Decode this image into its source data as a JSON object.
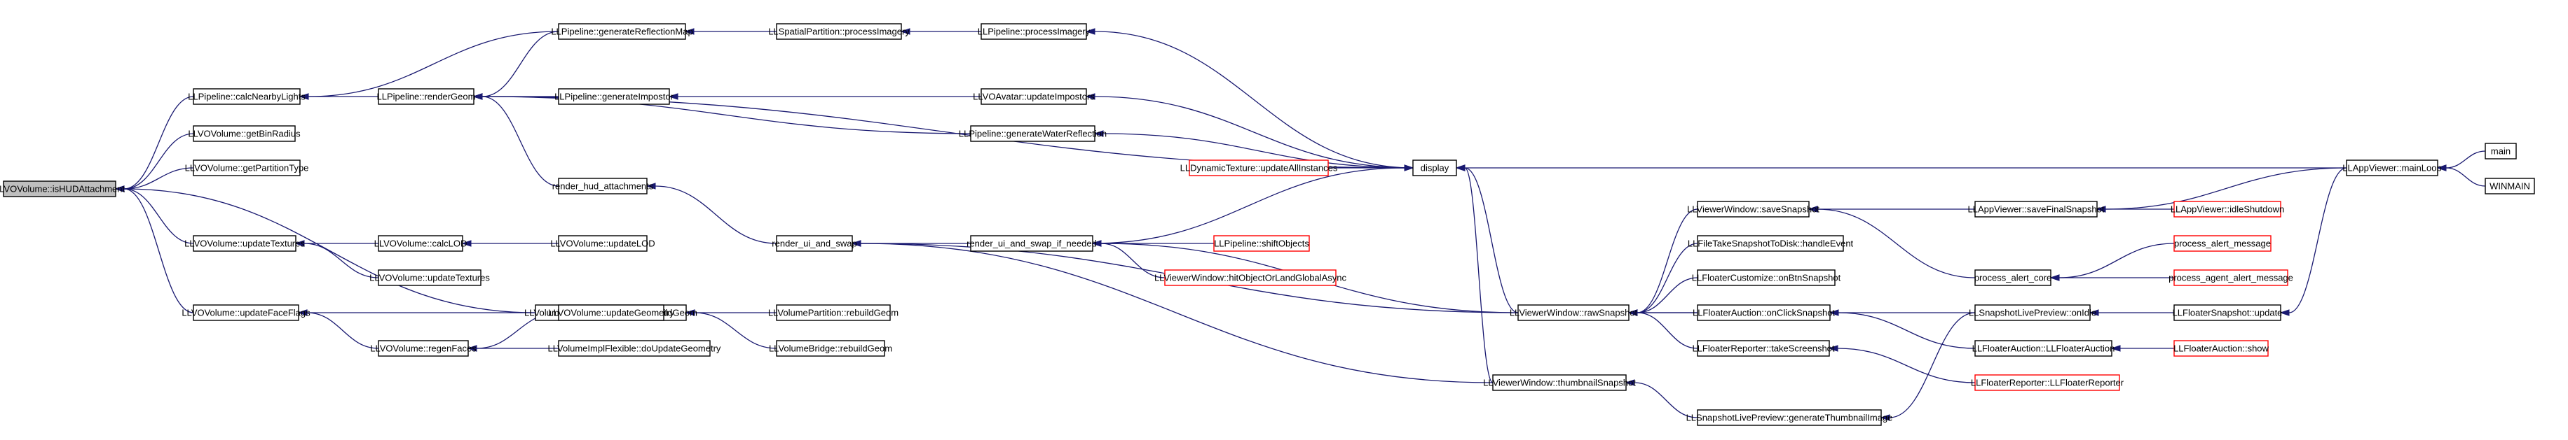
{
  "graph": {
    "colors": {
      "node_border": "#000000",
      "node_border_external": "#ff0000",
      "root_fill": "#bfbfbf",
      "edge": "#191970"
    },
    "nodes": [
      {
        "id": "root",
        "label": "LLVOVolume::isHUDAttachment",
        "style": "root"
      },
      {
        "id": "calcNearbyLights",
        "label": "LLPipeline::calcNearbyLights",
        "style": "normal"
      },
      {
        "id": "getBinRadius",
        "label": "LLVOVolume::getBinRadius",
        "style": "normal"
      },
      {
        "id": "getPartitionType",
        "label": "LLVOVolume::getPartitionType",
        "style": "normal"
      },
      {
        "id": "updateTexturesVol",
        "label": "LLVOVolume::updateTextures",
        "style": "normal"
      },
      {
        "id": "rebuildGeomMgr",
        "label": "LLVolumeGeometryManager::rebuildGeom",
        "style": "normal"
      },
      {
        "id": "updateFaceFlags",
        "label": "LLVOVolume::updateFaceFlags",
        "style": "normal"
      },
      {
        "id": "generateReflectionMap",
        "label": "LLPipeline::generateReflectionMap",
        "style": "normal"
      },
      {
        "id": "renderGeom",
        "label": "LLPipeline::renderGeom",
        "style": "normal"
      },
      {
        "id": "calcLOD",
        "label": "LLVOVolume::calcLOD",
        "style": "normal"
      },
      {
        "id": "updateTexturesAll",
        "label": "LLVOVolume::updateTextures",
        "style": "normal"
      },
      {
        "id": "regenFaces",
        "label": "LLVOVolume::regenFaces",
        "style": "normal"
      },
      {
        "id": "processImagerySP",
        "label": "LLSpatialPartition::processImagery",
        "style": "normal"
      },
      {
        "id": "generateImpostor",
        "label": "LLPipeline::generateImpostor",
        "style": "normal"
      },
      {
        "id": "renderHud",
        "label": "render_hud_attachments",
        "style": "normal"
      },
      {
        "id": "updateLOD",
        "label": "LLVOVolume::updateLOD",
        "style": "normal"
      },
      {
        "id": "updateGeometry",
        "label": "LLVOVolume::updateGeometry",
        "style": "normal"
      },
      {
        "id": "doUpdateGeometry",
        "label": "LLVolumeImplFlexible::doUpdateGeometry",
        "style": "normal"
      },
      {
        "id": "processImageryPipe",
        "label": "LLPipeline::processImagery",
        "style": "normal"
      },
      {
        "id": "updateImpostors",
        "label": "LLVOAvatar::updateImpostors",
        "style": "normal"
      },
      {
        "id": "generateWaterReflection",
        "label": "LLPipeline::generateWaterReflection",
        "style": "normal"
      },
      {
        "id": "renderUiSwap",
        "label": "render_ui_and_swap",
        "style": "normal"
      },
      {
        "id": "rebuildPartition",
        "label": "LLVolumePartition::rebuildGeom",
        "style": "normal"
      },
      {
        "id": "rebuildBridge",
        "label": "LLVolumeBridge::rebuildGeom",
        "style": "normal"
      },
      {
        "id": "updateAllInstances",
        "label": "LLDynamicTexture::updateAllInstances",
        "style": "external"
      },
      {
        "id": "renderUiSwapIf",
        "label": "render_ui_and_swap_if_needed",
        "style": "normal"
      },
      {
        "id": "thumbnailSnapshot",
        "label": "LLViewerWindow::thumbnailSnapshot",
        "style": "normal"
      },
      {
        "id": "display",
        "label": "display",
        "style": "normal"
      },
      {
        "id": "shiftObjects",
        "label": "LLPipeline::shiftObjects",
        "style": "external"
      },
      {
        "id": "hitObject",
        "label": "LLViewerWindow::hitObjectOrLandGlobalAsync",
        "style": "external"
      },
      {
        "id": "rawSnapshot",
        "label": "LLViewerWindow::rawSnapshot",
        "style": "normal"
      },
      {
        "id": "saveSnapshot",
        "label": "LLViewerWindow::saveSnapshot",
        "style": "normal"
      },
      {
        "id": "fileTake",
        "label": "LLFileTakeSnapshotToDisk::handleEvent",
        "style": "normal"
      },
      {
        "id": "onBtnSnapshot",
        "label": "LLFloaterCustomize::onBtnSnapshot",
        "style": "normal"
      },
      {
        "id": "onClickSnapshot",
        "label": "LLFloaterAuction::onClickSnapshot",
        "style": "normal"
      },
      {
        "id": "takeScreenshot",
        "label": "LLFloaterReporter::takeScreenshot",
        "style": "normal"
      },
      {
        "id": "genThumb",
        "label": "LLSnapshotLivePreview::generateThumbnailImage",
        "style": "normal"
      },
      {
        "id": "saveFinalSnapshot",
        "label": "LLAppViewer::saveFinalSnapshot",
        "style": "normal"
      },
      {
        "id": "processAlertCore",
        "label": "process_alert_core",
        "style": "normal"
      },
      {
        "id": "onIdle",
        "label": "LLSnapshotLivePreview::onIdle",
        "style": "normal"
      },
      {
        "id": "auctionCtor",
        "label": "LLFloaterAuction::LLFloaterAuction",
        "style": "normal"
      },
      {
        "id": "reporterCtor",
        "label": "LLFloaterReporter::LLFloaterReporter",
        "style": "external"
      },
      {
        "id": "mainLoop",
        "label": "LLAppViewer::mainLoop",
        "style": "normal"
      },
      {
        "id": "idleShutdown",
        "label": "LLAppViewer::idleShutdown",
        "style": "external"
      },
      {
        "id": "alertMsg",
        "label": "process_alert_message",
        "style": "external"
      },
      {
        "id": "agentAlertMsg",
        "label": "process_agent_alert_message",
        "style": "external"
      },
      {
        "id": "snapUpdate",
        "label": "LLFloaterSnapshot::update",
        "style": "normal"
      },
      {
        "id": "auctionShow",
        "label": "LLFloaterAuction::show",
        "style": "external"
      },
      {
        "id": "main",
        "label": "main",
        "style": "normal"
      },
      {
        "id": "winmain",
        "label": "WINMAIN",
        "style": "normal"
      }
    ],
    "edges": [
      {
        "from": "calcNearbyLights",
        "to": "root"
      },
      {
        "from": "getBinRadius",
        "to": "root"
      },
      {
        "from": "getPartitionType",
        "to": "root"
      },
      {
        "from": "updateTexturesVol",
        "to": "root"
      },
      {
        "from": "rebuildGeomMgr",
        "to": "root"
      },
      {
        "from": "updateFaceFlags",
        "to": "root"
      },
      {
        "from": "generateReflectionMap",
        "to": "calcNearbyLights"
      },
      {
        "from": "renderGeom",
        "to": "calcNearbyLights"
      },
      {
        "from": "calcLOD",
        "to": "updateTexturesVol"
      },
      {
        "from": "updateTexturesAll",
        "to": "updateTexturesVol"
      },
      {
        "from": "rebuildPartition",
        "to": "rebuildGeomMgr"
      },
      {
        "from": "rebuildBridge",
        "to": "rebuildGeomMgr"
      },
      {
        "from": "updateGeometry",
        "to": "updateFaceFlags"
      },
      {
        "from": "regenFaces",
        "to": "updateFaceFlags"
      },
      {
        "from": "processImagerySP",
        "to": "generateReflectionMap"
      },
      {
        "from": "generateReflectionMap",
        "to": "renderGeom"
      },
      {
        "from": "generateImpostor",
        "to": "renderGeom"
      },
      {
        "from": "renderHud",
        "to": "renderGeom"
      },
      {
        "from": "generateWaterReflection",
        "to": "renderGeom"
      },
      {
        "from": "display",
        "to": "renderGeom"
      },
      {
        "from": "updateLOD",
        "to": "calcLOD"
      },
      {
        "from": "updateGeometry",
        "to": "regenFaces"
      },
      {
        "from": "doUpdateGeometry",
        "to": "regenFaces"
      },
      {
        "from": "processImageryPipe",
        "to": "processImagerySP"
      },
      {
        "from": "updateImpostors",
        "to": "generateImpostor"
      },
      {
        "from": "renderUiSwap",
        "to": "renderHud"
      },
      {
        "from": "display",
        "to": "processImageryPipe"
      },
      {
        "from": "display",
        "to": "updateImpostors"
      },
      {
        "from": "display",
        "to": "generateWaterReflection"
      },
      {
        "from": "renderUiSwapIf",
        "to": "renderUiSwap"
      },
      {
        "from": "rawSnapshot",
        "to": "renderUiSwap"
      },
      {
        "from": "thumbnailSnapshot",
        "to": "renderUiSwap"
      },
      {
        "from": "updateAllInstances",
        "to": "display"
      },
      {
        "from": "renderUiSwapIf",
        "to": "display"
      },
      {
        "from": "thumbnailSnapshot",
        "to": "display"
      },
      {
        "from": "rawSnapshot",
        "to": "display"
      },
      {
        "from": "mainLoop",
        "to": "display"
      },
      {
        "from": "shiftObjects",
        "to": "renderUiSwapIf"
      },
      {
        "from": "hitObject",
        "to": "renderUiSwapIf"
      },
      {
        "from": "rawSnapshot",
        "to": "renderUiSwapIf"
      },
      {
        "from": "saveSnapshot",
        "to": "rawSnapshot"
      },
      {
        "from": "fileTake",
        "to": "rawSnapshot"
      },
      {
        "from": "onBtnSnapshot",
        "to": "rawSnapshot"
      },
      {
        "from": "onClickSnapshot",
        "to": "rawSnapshot"
      },
      {
        "from": "takeScreenshot",
        "to": "rawSnapshot"
      },
      {
        "from": "onIdle",
        "to": "rawSnapshot"
      },
      {
        "from": "genThumb",
        "to": "thumbnailSnapshot"
      },
      {
        "from": "onIdle",
        "to": "genThumb"
      },
      {
        "from": "saveFinalSnapshot",
        "to": "saveSnapshot"
      },
      {
        "from": "processAlertCore",
        "to": "saveSnapshot"
      },
      {
        "from": "auctionCtor",
        "to": "onClickSnapshot"
      },
      {
        "from": "reporterCtor",
        "to": "takeScreenshot"
      },
      {
        "from": "snapUpdate",
        "to": "onIdle"
      },
      {
        "from": "mainLoop",
        "to": "saveFinalSnapshot"
      },
      {
        "from": "idleShutdown",
        "to": "saveFinalSnapshot"
      },
      {
        "from": "alertMsg",
        "to": "processAlertCore"
      },
      {
        "from": "agentAlertMsg",
        "to": "processAlertCore"
      },
      {
        "from": "mainLoop",
        "to": "snapUpdate"
      },
      {
        "from": "auctionShow",
        "to": "auctionCtor"
      },
      {
        "from": "main",
        "to": "mainLoop"
      },
      {
        "from": "winmain",
        "to": "mainLoop"
      }
    ]
  }
}
